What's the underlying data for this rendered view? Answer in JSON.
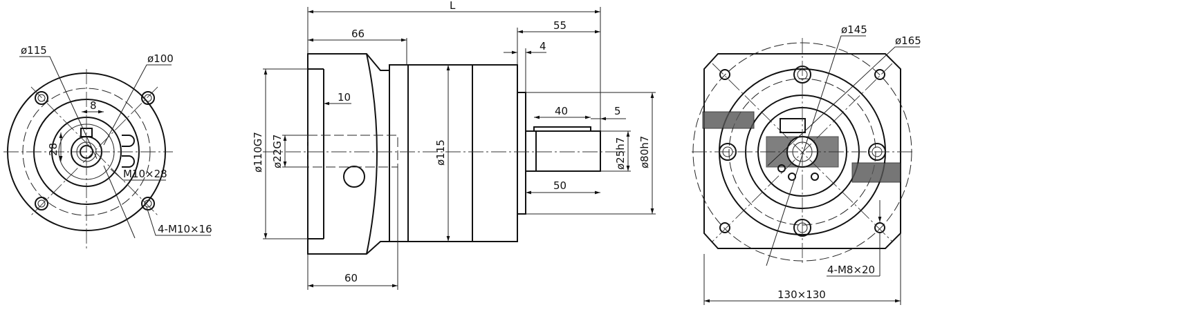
{
  "front_view": {
    "dia_115": "ø115",
    "dia_100": "ø100",
    "key_width": "8",
    "shaft_height": "28",
    "tap_hole": "M10×28",
    "mount_holes": "4-M10×16"
  },
  "side_view": {
    "length": "L",
    "flange_len": "66",
    "shaft_len": "55",
    "shoulder": "4",
    "recess": "10",
    "key_len": "40",
    "key_offset": "5",
    "dia_110": "ø110G7",
    "dia_22": "ø22G7",
    "dia_115": "ø115",
    "dia_25": "ø25h7",
    "dia_80": "ø80h7",
    "shaft_body": "50",
    "body_len": "60"
  },
  "rear_view": {
    "dia_145": "ø145",
    "dia_165": "ø165",
    "mount_holes": "4-M8×20",
    "square": "130×130"
  }
}
